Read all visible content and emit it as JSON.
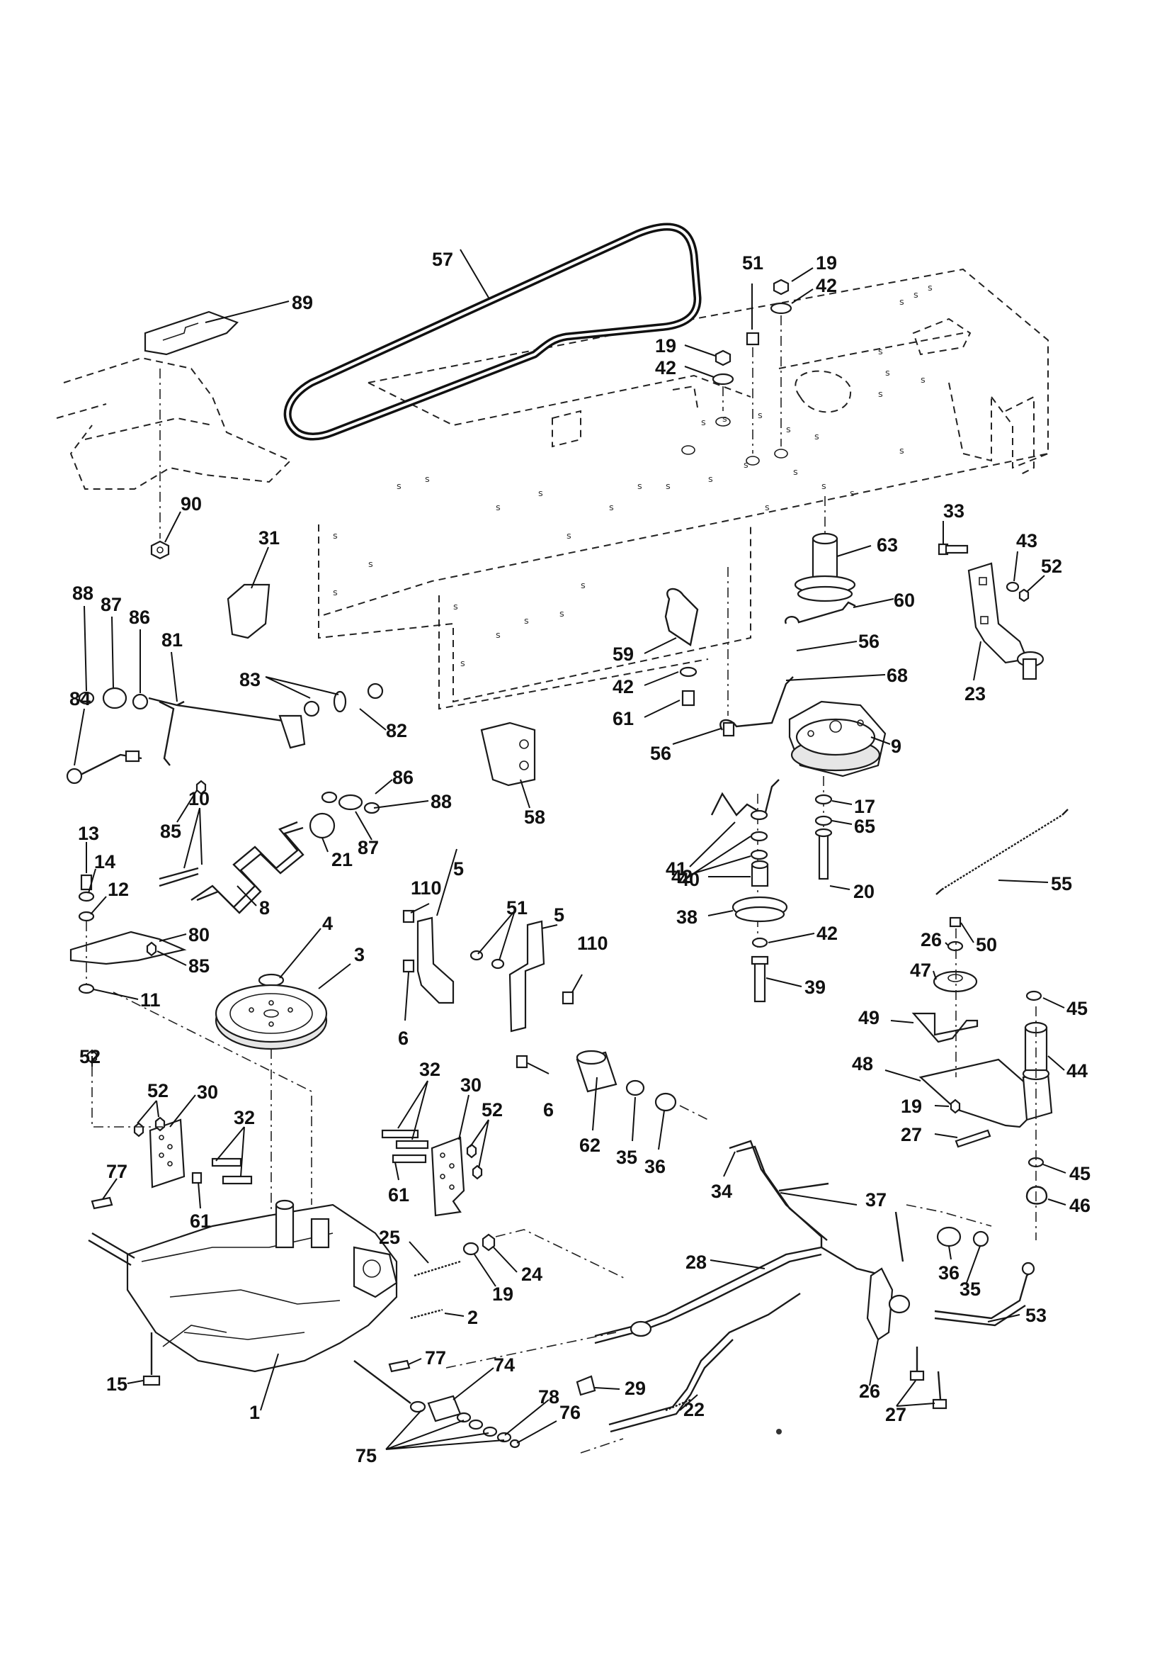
{
  "diagram": {
    "callouts": [
      {
        "id": "c57",
        "label": "57"
      },
      {
        "id": "c51a",
        "label": "51"
      },
      {
        "id": "c19a",
        "label": "19"
      },
      {
        "id": "c42a",
        "label": "42"
      },
      {
        "id": "c19b",
        "label": "19"
      },
      {
        "id": "c42b",
        "label": "42"
      },
      {
        "id": "c89",
        "label": "89"
      },
      {
        "id": "c90",
        "label": "90"
      },
      {
        "id": "c31",
        "label": "31"
      },
      {
        "id": "c63",
        "label": "63"
      },
      {
        "id": "c33",
        "label": "33"
      },
      {
        "id": "c43",
        "label": "43"
      },
      {
        "id": "c52a",
        "label": "52"
      },
      {
        "id": "c23",
        "label": "23"
      },
      {
        "id": "c60",
        "label": "60"
      },
      {
        "id": "c56a",
        "label": "56"
      },
      {
        "id": "c59",
        "label": "59"
      },
      {
        "id": "c42c",
        "label": "42"
      },
      {
        "id": "c61a",
        "label": "61"
      },
      {
        "id": "c68",
        "label": "68"
      },
      {
        "id": "c56b",
        "label": "56"
      },
      {
        "id": "c9",
        "label": "9"
      },
      {
        "id": "c58",
        "label": "58"
      },
      {
        "id": "c88a",
        "label": "88"
      },
      {
        "id": "c87a",
        "label": "87"
      },
      {
        "id": "c86a",
        "label": "86"
      },
      {
        "id": "c81",
        "label": "81"
      },
      {
        "id": "c84",
        "label": "84"
      },
      {
        "id": "c83",
        "label": "83"
      },
      {
        "id": "c82",
        "label": "82"
      },
      {
        "id": "c85a",
        "label": "85"
      },
      {
        "id": "c86b",
        "label": "86"
      },
      {
        "id": "c88b",
        "label": "88"
      },
      {
        "id": "c87b",
        "label": "87"
      },
      {
        "id": "c10",
        "label": "10"
      },
      {
        "id": "c21",
        "label": "21"
      },
      {
        "id": "c13",
        "label": "13"
      },
      {
        "id": "c14",
        "label": "14"
      },
      {
        "id": "c12",
        "label": "12"
      },
      {
        "id": "c8",
        "label": "8"
      },
      {
        "id": "c80",
        "label": "80"
      },
      {
        "id": "c85b",
        "label": "85"
      },
      {
        "id": "c11",
        "label": "11"
      },
      {
        "id": "c4",
        "label": "4"
      },
      {
        "id": "c3",
        "label": "3"
      },
      {
        "id": "c41",
        "label": "41"
      },
      {
        "id": "c17",
        "label": "17"
      },
      {
        "id": "c42d",
        "label": "42"
      },
      {
        "id": "c65",
        "label": "65"
      },
      {
        "id": "c40",
        "label": "40"
      },
      {
        "id": "c20",
        "label": "20"
      },
      {
        "id": "c38",
        "label": "38"
      },
      {
        "id": "c42e",
        "label": "42"
      },
      {
        "id": "c39",
        "label": "39"
      },
      {
        "id": "c55",
        "label": "55"
      },
      {
        "id": "c110a",
        "label": "110"
      },
      {
        "id": "c5a",
        "label": "5"
      },
      {
        "id": "c51b",
        "label": "51"
      },
      {
        "id": "c5b",
        "label": "5"
      },
      {
        "id": "c110b",
        "label": "110"
      },
      {
        "id": "c6a",
        "label": "6"
      },
      {
        "id": "c6b",
        "label": "6"
      },
      {
        "id": "c26a",
        "label": "26"
      },
      {
        "id": "c50",
        "label": "50"
      },
      {
        "id": "c47",
        "label": "47"
      },
      {
        "id": "c49",
        "label": "49"
      },
      {
        "id": "c45a",
        "label": "45"
      },
      {
        "id": "c44",
        "label": "44"
      },
      {
        "id": "c48",
        "label": "48"
      },
      {
        "id": "c19c",
        "label": "19"
      },
      {
        "id": "c27a",
        "label": "27"
      },
      {
        "id": "c45b",
        "label": "45"
      },
      {
        "id": "c46",
        "label": "46"
      },
      {
        "id": "c52b",
        "label": "52"
      },
      {
        "id": "c52c",
        "label": "52"
      },
      {
        "id": "c30a",
        "label": "30"
      },
      {
        "id": "c32a",
        "label": "32"
      },
      {
        "id": "c77a",
        "label": "77"
      },
      {
        "id": "c61b",
        "label": "61"
      },
      {
        "id": "c32b",
        "label": "32"
      },
      {
        "id": "c30b",
        "label": "30"
      },
      {
        "id": "c52d",
        "label": "52"
      },
      {
        "id": "c61c",
        "label": "61"
      },
      {
        "id": "c62",
        "label": "62"
      },
      {
        "id": "c35a",
        "label": "35"
      },
      {
        "id": "c36a",
        "label": "36"
      },
      {
        "id": "c34",
        "label": "34"
      },
      {
        "id": "c37",
        "label": "37"
      },
      {
        "id": "c25",
        "label": "25"
      },
      {
        "id": "c24",
        "label": "24"
      },
      {
        "id": "c19d",
        "label": "19"
      },
      {
        "id": "c2",
        "label": "2"
      },
      {
        "id": "c28",
        "label": "28"
      },
      {
        "id": "c36b",
        "label": "36"
      },
      {
        "id": "c35b",
        "label": "35"
      },
      {
        "id": "c53",
        "label": "53"
      },
      {
        "id": "c15",
        "label": "15"
      },
      {
        "id": "c1",
        "label": "1"
      },
      {
        "id": "c77b",
        "label": "77"
      },
      {
        "id": "c74",
        "label": "74"
      },
      {
        "id": "c29",
        "label": "29"
      },
      {
        "id": "c22",
        "label": "22"
      },
      {
        "id": "c26b",
        "label": "26"
      },
      {
        "id": "c27b",
        "label": "27"
      },
      {
        "id": "c78",
        "label": "78"
      },
      {
        "id": "c76",
        "label": "76"
      },
      {
        "id": "c75",
        "label": "75"
      }
    ]
  }
}
